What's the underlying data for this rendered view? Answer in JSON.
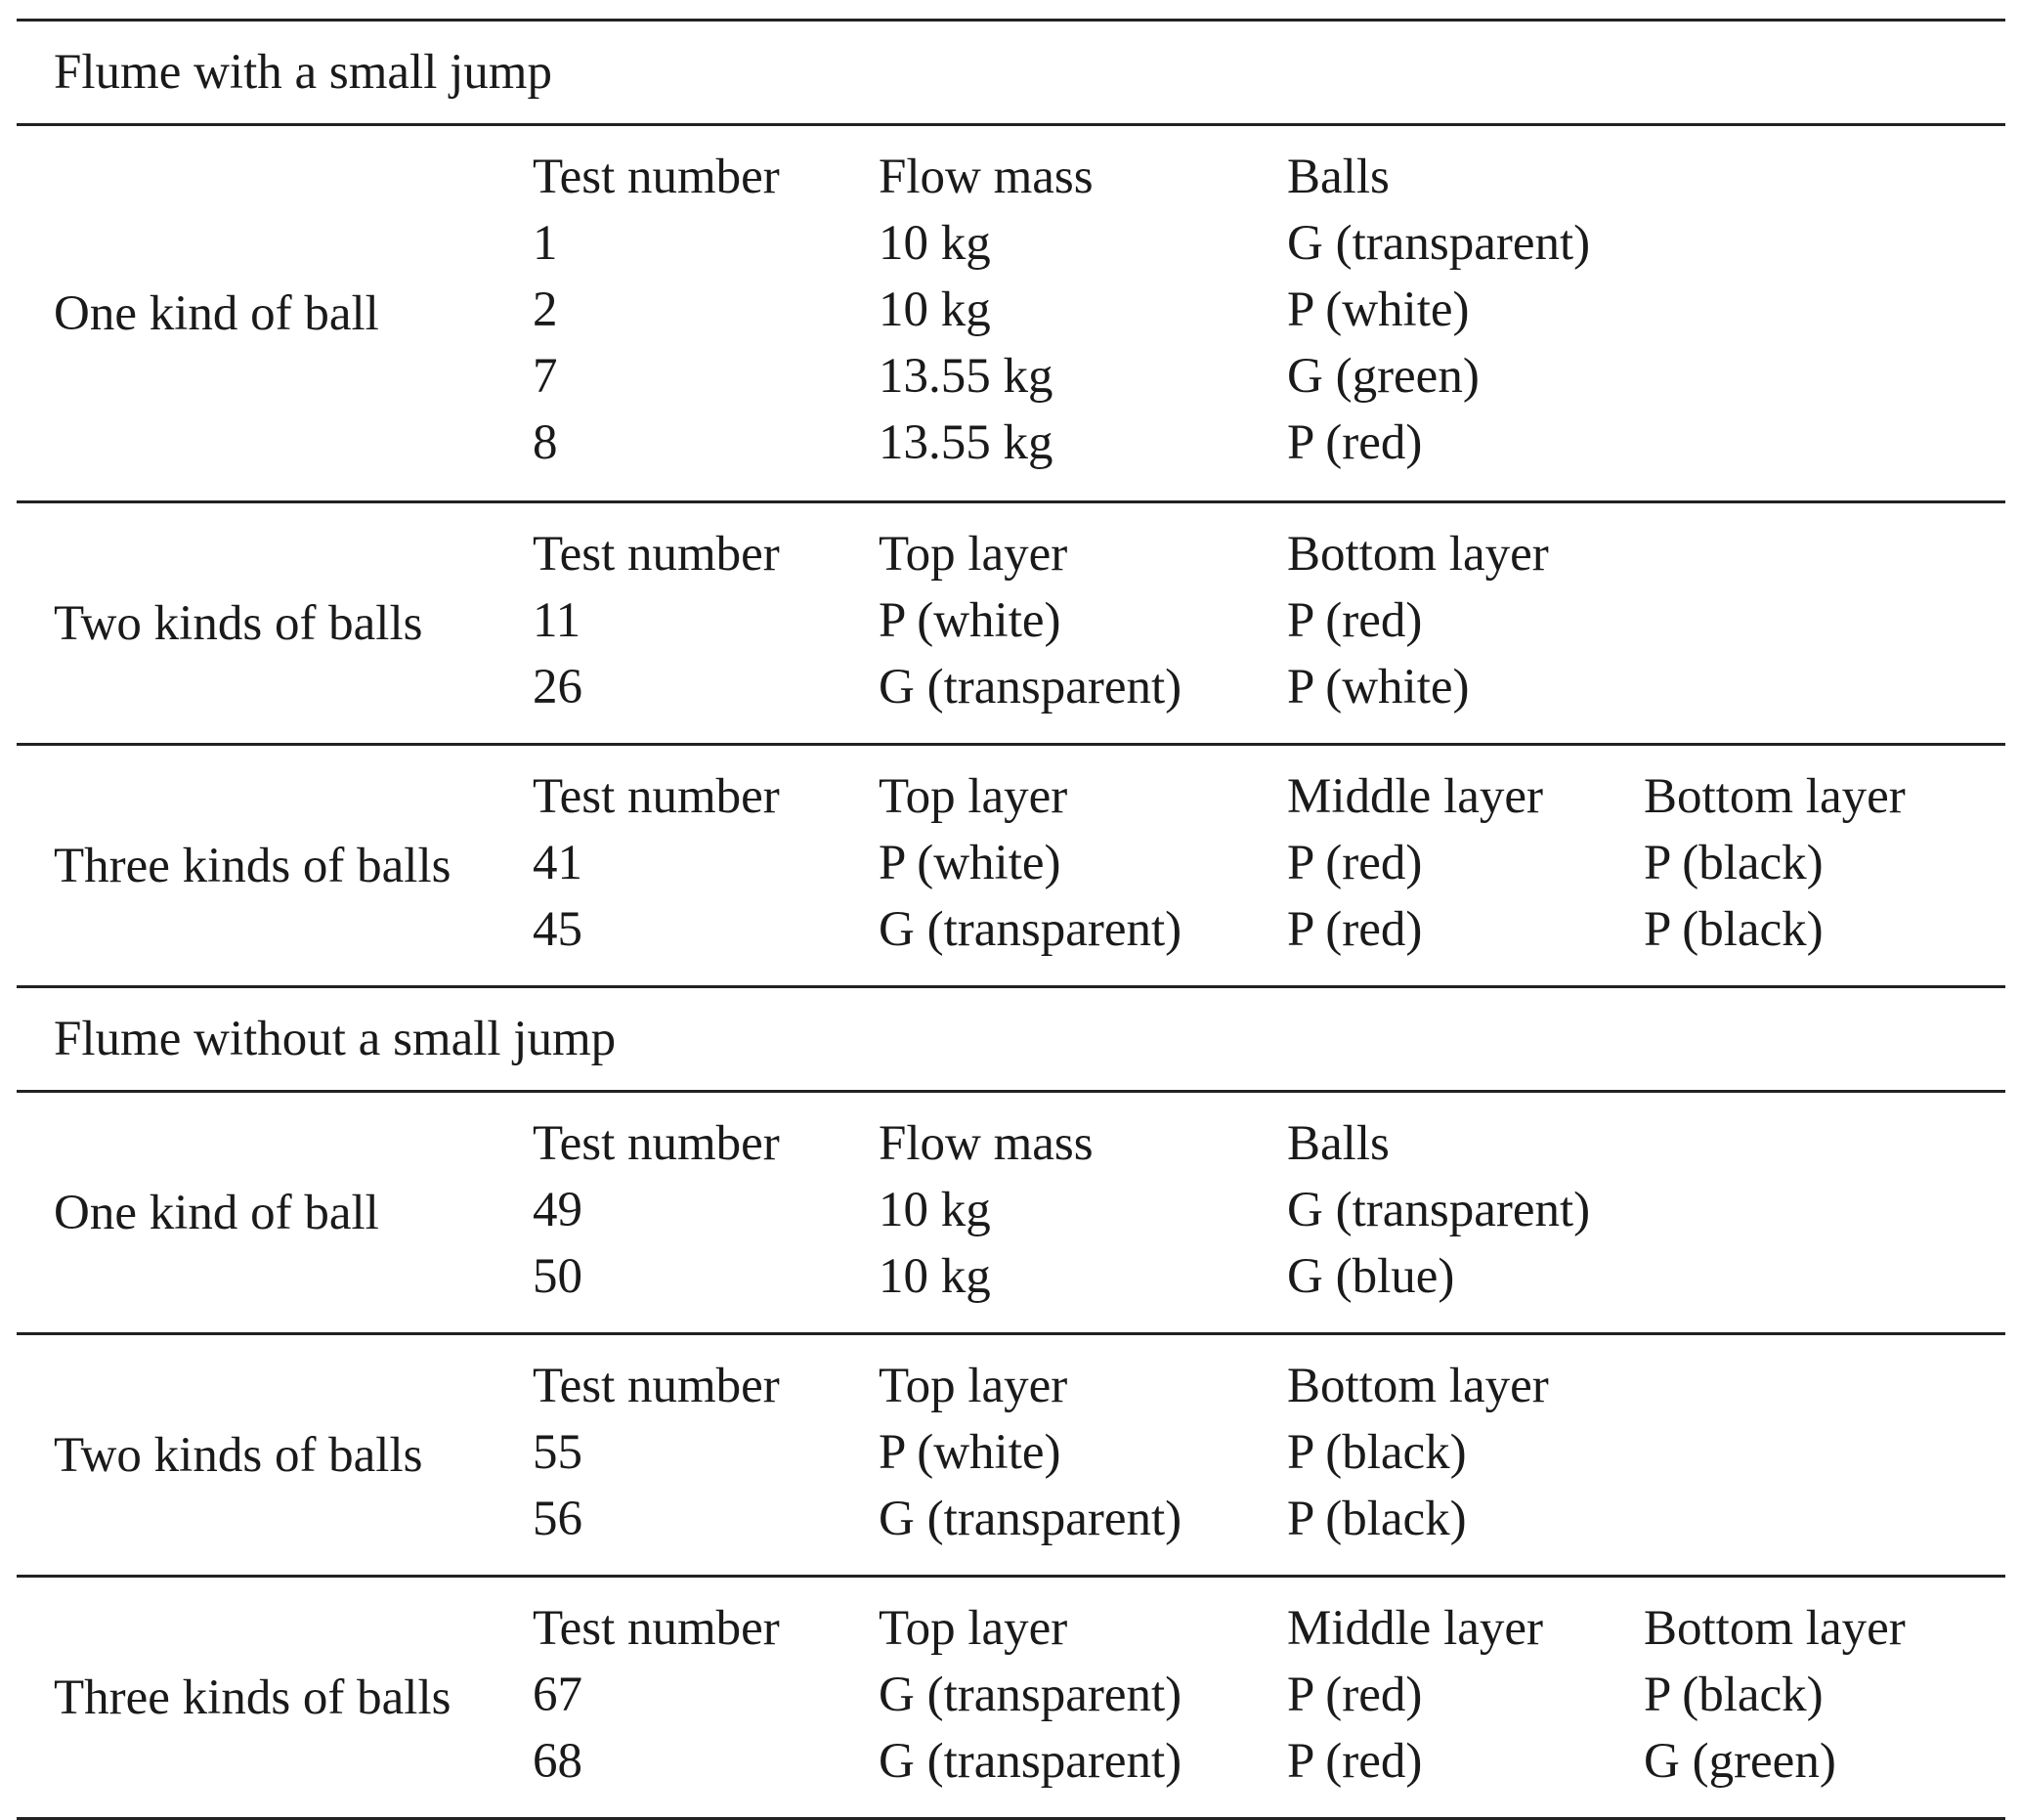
{
  "sections": [
    {
      "title": "Flume with a small jump",
      "groups": [
        {
          "label": "One kind of ball",
          "header": [
            "Test number",
            "Flow mass",
            "Balls",
            ""
          ],
          "rows": [
            [
              "1",
              "10 kg",
              "G (transparent)",
              ""
            ],
            [
              "2",
              "10 kg",
              "P (white)",
              ""
            ],
            [
              "7",
              "13.55 kg",
              "G (green)",
              ""
            ],
            [
              "8",
              "13.55 kg",
              "P (red)",
              ""
            ]
          ]
        },
        {
          "label": "Two kinds of balls",
          "header": [
            "Test number",
            "Top layer",
            "Bottom layer",
            ""
          ],
          "rows": [
            [
              "11",
              "P (white)",
              "P (red)",
              ""
            ],
            [
              "26",
              "G (transparent)",
              "P (white)",
              ""
            ]
          ]
        },
        {
          "label": "Three kinds of balls",
          "header": [
            "Test number",
            "Top layer",
            "Middle layer",
            "Bottom layer"
          ],
          "rows": [
            [
              "41",
              "P (white)",
              "P (red)",
              "P (black)"
            ],
            [
              "45",
              "G (transparent)",
              "P (red)",
              "P (black)"
            ]
          ]
        }
      ]
    },
    {
      "title": "Flume without a small jump",
      "groups": [
        {
          "label": "One kind of ball",
          "header": [
            "Test number",
            "Flow mass",
            "Balls",
            ""
          ],
          "rows": [
            [
              "49",
              "10 kg",
              "G (transparent)",
              ""
            ],
            [
              "50",
              "10 kg",
              "G (blue)",
              ""
            ]
          ]
        },
        {
          "label": "Two kinds of balls",
          "header": [
            "Test number",
            "Top layer",
            "Bottom layer",
            ""
          ],
          "rows": [
            [
              "55",
              "P (white)",
              "P (black)",
              ""
            ],
            [
              "56",
              "G (transparent)",
              "P (black)",
              ""
            ]
          ]
        },
        {
          "label": "Three kinds of balls",
          "header": [
            "Test number",
            "Top layer",
            "Middle layer",
            "Bottom layer"
          ],
          "rows": [
            [
              "67",
              "G (transparent)",
              "P (red)",
              "P (black)"
            ],
            [
              "68",
              "G (transparent)",
              "P (red)",
              "G (green)"
            ]
          ]
        }
      ]
    }
  ]
}
